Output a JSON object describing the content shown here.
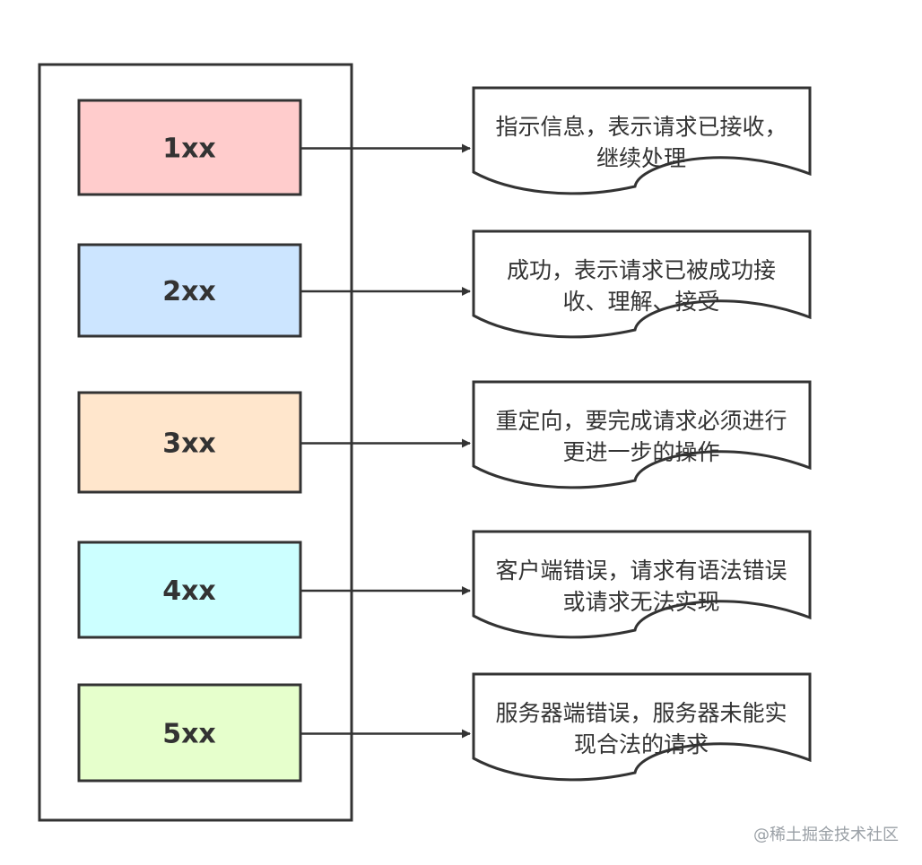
{
  "groups": [
    {
      "code": "1xx",
      "color": "#ffcccc",
      "description": [
        "指示信息，表示请求已接收，",
        "继续处理"
      ]
    },
    {
      "code": "2xx",
      "color": "#cce5ff",
      "description": [
        "成功，表示请求已被成功接",
        "收、理解、接受"
      ]
    },
    {
      "code": "3xx",
      "color": "#ffe6cc",
      "description": [
        "重定向，要完成请求必须进行",
        "更进一步的操作"
      ]
    },
    {
      "code": "4xx",
      "color": "#ccffff",
      "description": [
        "客户端错误，请求有语法错误",
        "或请求无法实现"
      ]
    },
    {
      "code": "5xx",
      "color": "#e6ffcc",
      "description": [
        "服务器端错误，服务器未能实",
        "现合法的请求"
      ]
    }
  ],
  "watermark": "@稀土掘金技术社区"
}
